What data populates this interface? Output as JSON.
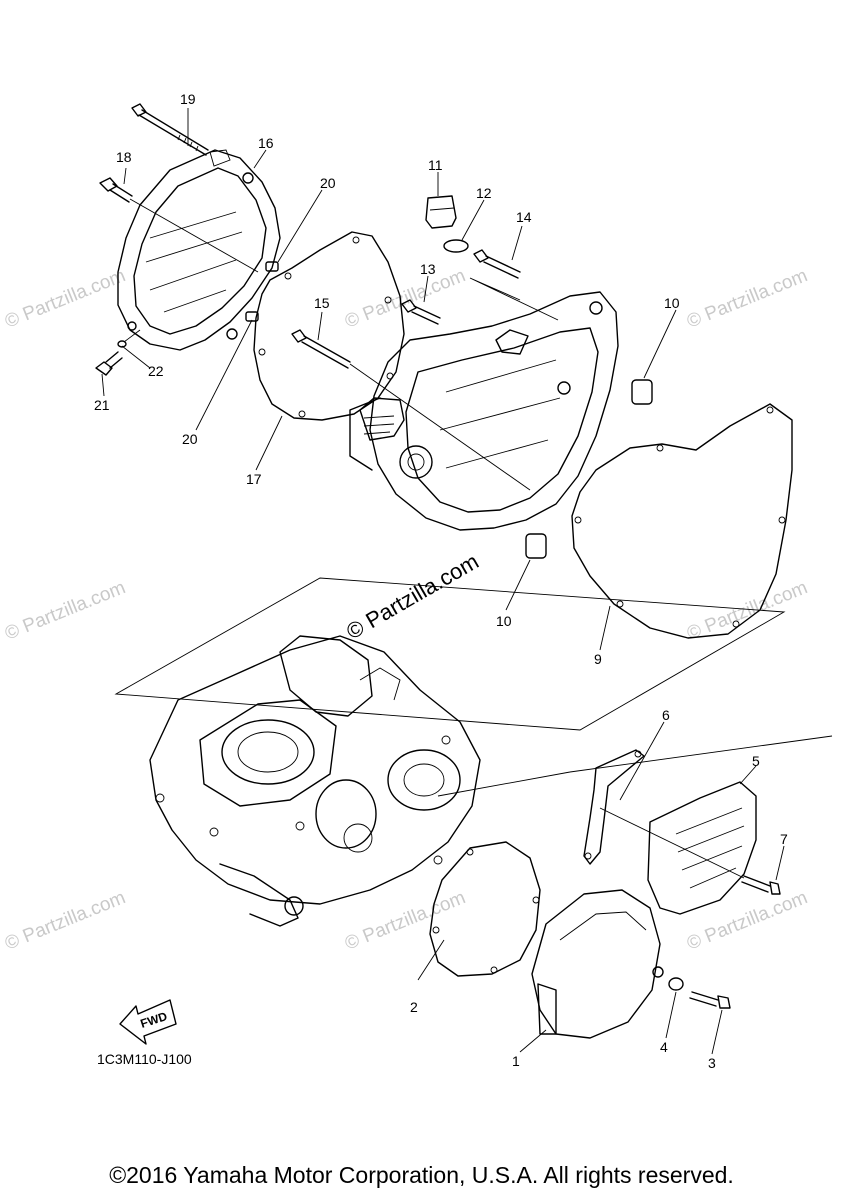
{
  "watermark": "© Partzilla.com",
  "center_watermark": "© Partzilla.com",
  "fwd_label": "FWD",
  "diagram_code": "1C3M110-J100",
  "copyright": "©2016 Yamaha Motor Corporation, U.S.A. All rights reserved.",
  "callouts": [
    "1",
    "2",
    "3",
    "4",
    "5",
    "6",
    "7",
    "9",
    "10",
    "10",
    "11",
    "12",
    "13",
    "14",
    "15",
    "16",
    "17",
    "18",
    "19",
    "20",
    "20",
    "21",
    "22"
  ]
}
